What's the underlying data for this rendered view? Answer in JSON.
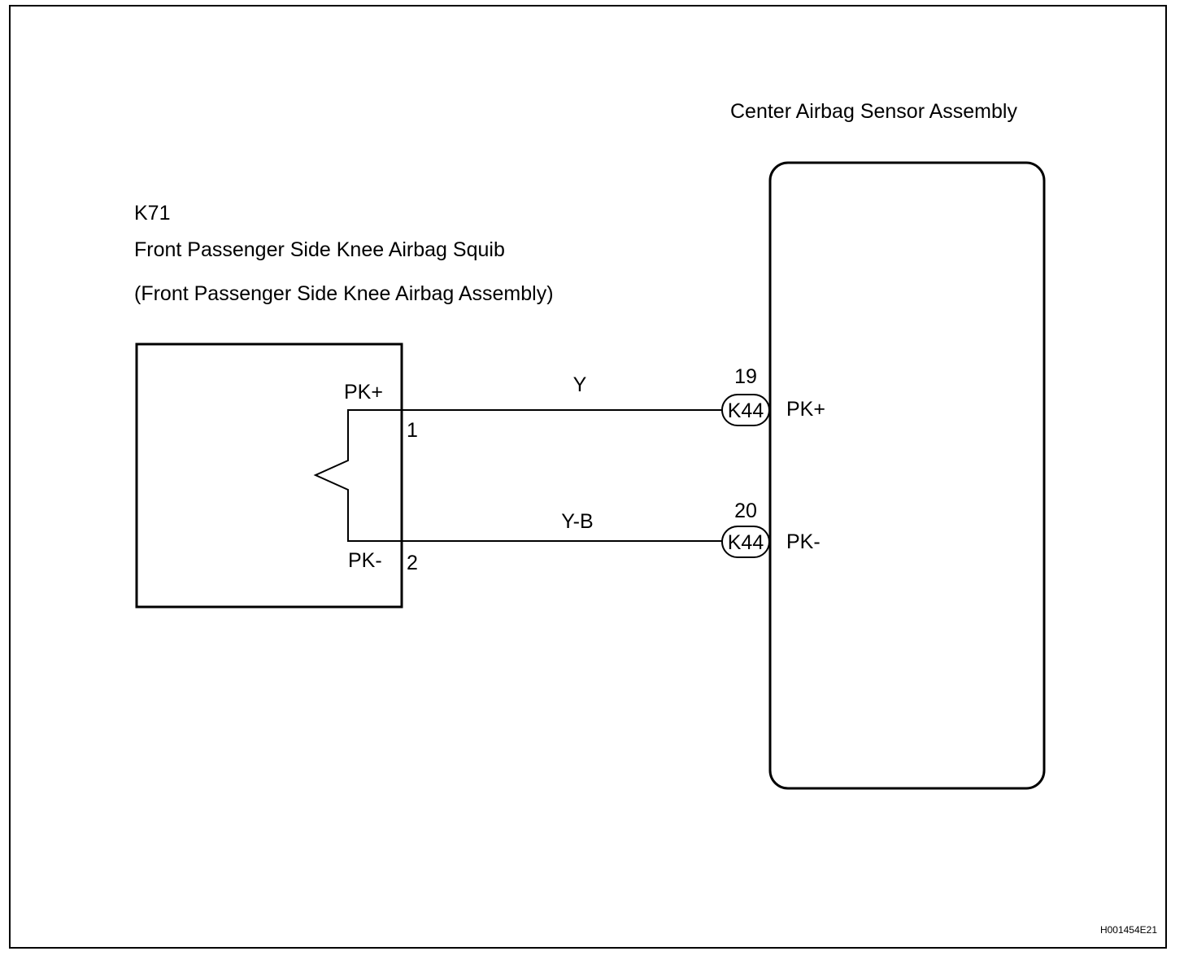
{
  "squib": {
    "code": "K71",
    "name": "Front Passenger Side Knee Airbag Squib",
    "assembly": "(Front Passenger Side Knee Airbag Assembly)",
    "pin_plus_label": "PK+",
    "pin_minus_label": "PK-",
    "pin_plus_number": "1",
    "pin_minus_number": "2"
  },
  "sensor": {
    "name": "Center Airbag Sensor Assembly",
    "pin_plus_label": "PK+",
    "pin_minus_label": "PK-",
    "pin_plus_number": "19",
    "pin_minus_number": "20",
    "connector_plus": "K44",
    "connector_minus": "K44"
  },
  "wires": {
    "plus_color": "Y",
    "minus_color": "Y-B"
  },
  "figure_code": "H001454E21"
}
